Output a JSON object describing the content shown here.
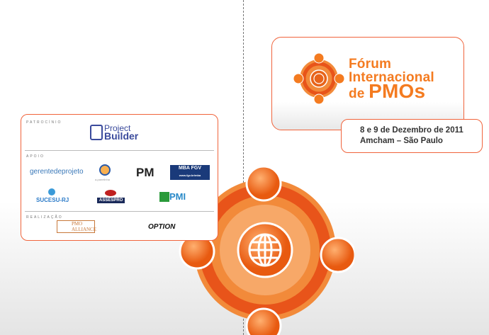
{
  "event": {
    "title_line1": "Fórum",
    "title_line2": "Internacional",
    "title_line3a": "de",
    "title_line3b": "PMOs",
    "date": "8 e 9 de Dezembro de 2011",
    "venue": "Amcham – São Paulo"
  },
  "sponsors": {
    "patrocinio_label": "PATROCÍNIO",
    "apoio_label": "APOIO",
    "realizacao_label": "REALIZAÇÃO",
    "patrocinio": [
      "Project",
      "Builder"
    ],
    "apoio": [
      "gerentedeprojeto",
      "a-panelinha",
      "PM",
      "MBA FGV",
      "www.fgv.br/mba",
      "SUCESU-RJ",
      "ASSESPRO",
      "PMI"
    ],
    "realizacao": [
      "PMO",
      "ALLIANCE",
      "OPTION"
    ]
  },
  "colors": {
    "accent": "#f47b20",
    "border": "#f0643c"
  }
}
